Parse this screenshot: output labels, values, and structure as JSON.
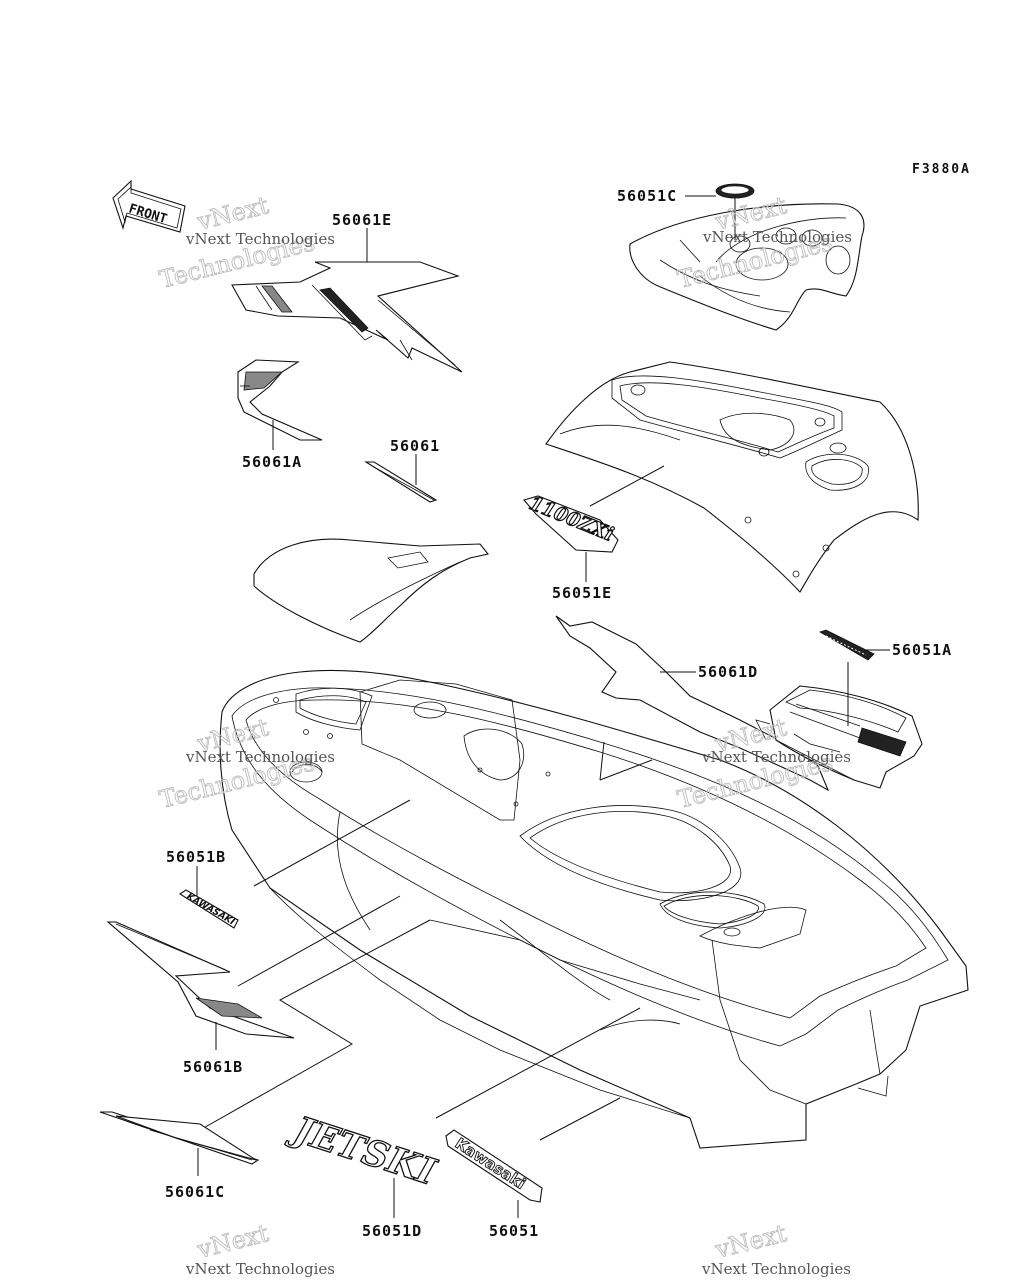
{
  "figure_code": "F3880A",
  "front_arrow_label": "FRONT",
  "watermark": {
    "line1": "vNext Technologies",
    "line2": "Technologies",
    "outline_top": "vNext"
  },
  "parts": [
    {
      "id": "56061E",
      "label": "56061E"
    },
    {
      "id": "56061A",
      "label": "56061A"
    },
    {
      "id": "56061",
      "label": "56061"
    },
    {
      "id": "56051C",
      "label": "56051C"
    },
    {
      "id": "56051E",
      "label": "56051E"
    },
    {
      "id": "56061D",
      "label": "56061D"
    },
    {
      "id": "56051A",
      "label": "56051A"
    },
    {
      "id": "56051B",
      "label": "56051B"
    },
    {
      "id": "56061B",
      "label": "56061B"
    },
    {
      "id": "56061C",
      "label": "56061C"
    },
    {
      "id": "56051D",
      "label": "56051D"
    },
    {
      "id": "56051",
      "label": "56051"
    }
  ],
  "emblems": {
    "jetski": "JETSKI",
    "kawasaki": "Kawasaki",
    "model_badge": "1100ZXi",
    "side_badge": "KAWASAKI"
  }
}
